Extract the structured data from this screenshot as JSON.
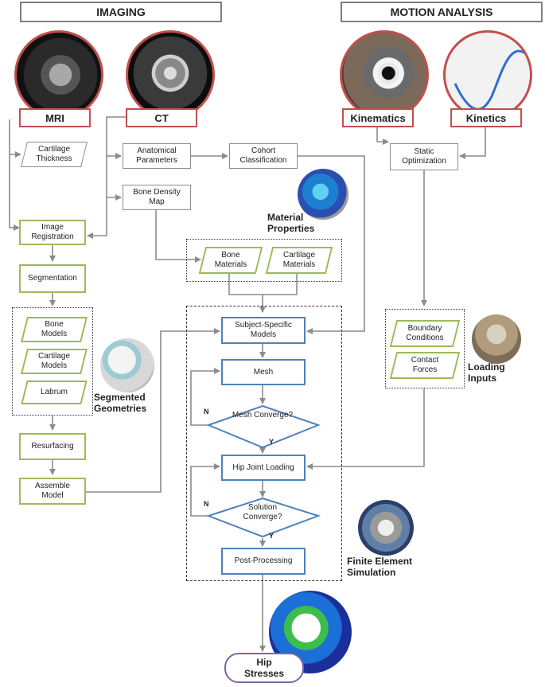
{
  "headers": {
    "imaging": "IMAGING",
    "motion": "MOTION ANALYSIS"
  },
  "modalities": {
    "mri": "MRI",
    "ct": "CT",
    "kinematics": "Kinematics",
    "kinetics": "Kinetics"
  },
  "nodes": {
    "cartilage_thickness": "Cartilage Thickness",
    "anatomical_parameters": "Anatomical Parameters",
    "cohort_classification": "Cohort Classification",
    "static_optimization": "Static Optimization",
    "bone_density_map": "Bone Density Map",
    "image_registration": "Image Registration",
    "segmentation": "Segmentation",
    "bone_models": "Bone Models",
    "cartilage_models": "Cartilage Models",
    "labrum": "Labrum",
    "resurfacing": "Resurfacing",
    "assemble_model": "Assemble Model",
    "bone_materials": "Bone Materials",
    "cartilage_materials": "Cartilage Materials",
    "subject_specific_models": "Subject-Specific Models",
    "mesh": "Mesh",
    "mesh_converge": "Mesh Converge?",
    "hip_joint_loading": "Hip Joint Loading",
    "solution_converge": "Solution Converge?",
    "post_processing": "Post-Processing",
    "boundary_conditions": "Boundary Conditions",
    "contact_forces": "Contact Forces",
    "hip_stresses": "Hip Stresses"
  },
  "labels": {
    "material_properties": "Material Properties",
    "segmented_geometries": "Segmented Geometries",
    "loading_inputs": "Loading Inputs",
    "finite_element_simulation": "Finite Element Simulation"
  },
  "branch": {
    "no": "N",
    "yes": "Y"
  },
  "colors": {
    "header_border": "#7f7f7f",
    "modality_border": "#c0504d",
    "green_border": "#9bbb59",
    "blue_border": "#4f81bd",
    "gray_border": "#8c8c8c",
    "stress_border": "#8064a2",
    "arrow": "#8c8c8c"
  }
}
